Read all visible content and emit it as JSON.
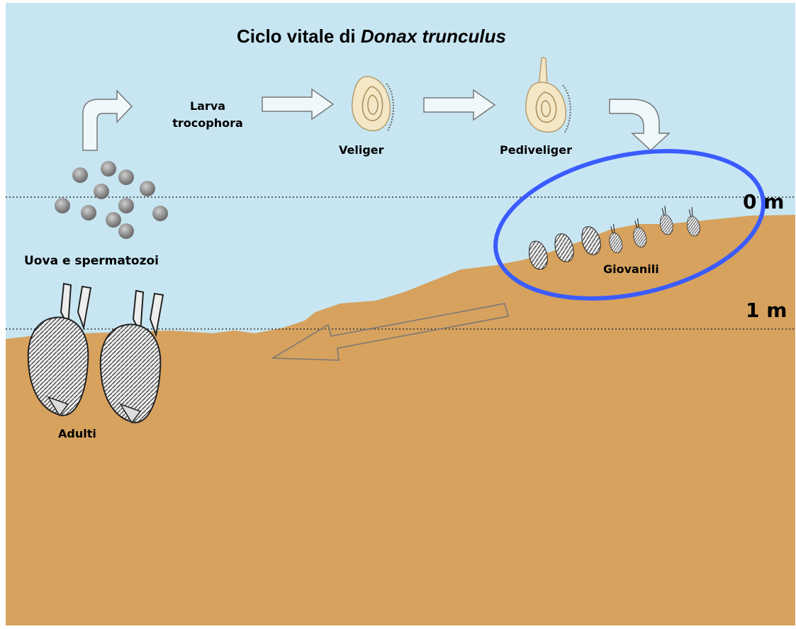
{
  "title": {
    "prefix": "Ciclo vitale di ",
    "species": "Donax trunculus"
  },
  "stages": {
    "larva_line1": "Larva",
    "larva_line2": "trocophora",
    "veliger": "Veliger",
    "pediveliger": "Pediveliger",
    "uova": "Uova e spermatozoi",
    "giovanili": "Giovanili",
    "adulti": "Adulti"
  },
  "depths": {
    "zero": "0 m",
    "one": "1 m"
  },
  "colors": {
    "water": "#c8e6f2",
    "sand": "#d6a25e",
    "highlight": "#3a5cff",
    "arrow_outline": "#777777",
    "egg": "#8c8c8c"
  }
}
